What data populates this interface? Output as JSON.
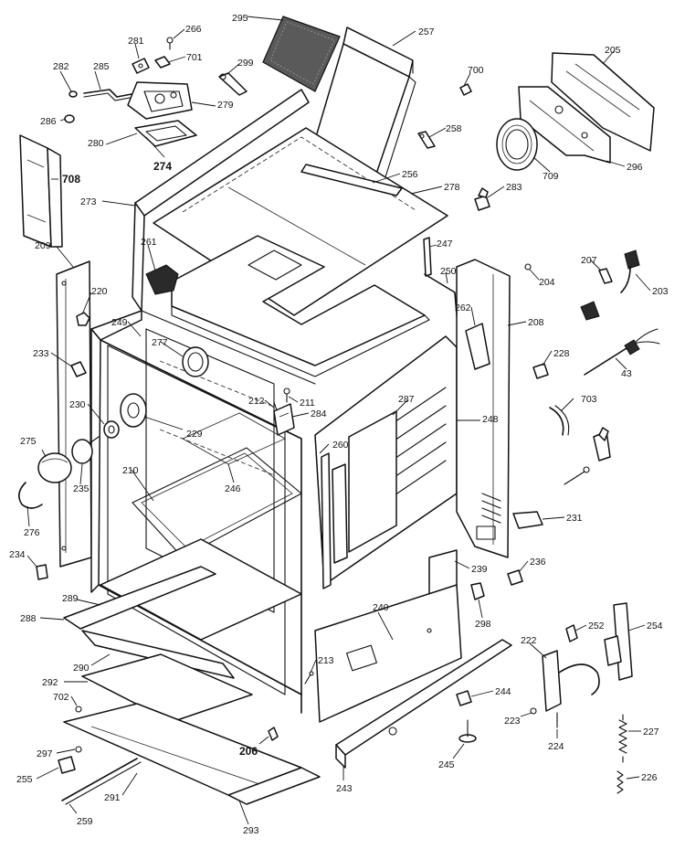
{
  "labels": {
    "l295": "295",
    "l257": "257",
    "l266": "266",
    "l281": "281",
    "l701": "701",
    "l299": "299",
    "l282": "282",
    "l285": "285",
    "l279": "279",
    "l286": "286",
    "l280": "280",
    "l274": "274",
    "l708": "708",
    "l273": "273",
    "l700": "700",
    "l205": "205",
    "l258": "258",
    "l709": "709",
    "l296": "296",
    "l256": "256",
    "l278": "278",
    "l283": "283",
    "l261": "261",
    "l209": "209",
    "l247": "247",
    "l204": "204",
    "l250": "250",
    "l207": "207",
    "l203": "203",
    "l220": "220",
    "l249": "249",
    "l262": "262",
    "l208": "208",
    "l277": "277",
    "l228": "228",
    "l233": "233",
    "l43": "43",
    "l212": "212",
    "l211": "211",
    "l284": "284",
    "l287": "287",
    "l703": "703",
    "l230": "230",
    "l229": "229",
    "l248": "248",
    "l260": "260",
    "l275": "275",
    "l246": "246",
    "l210": "210",
    "l235": "235",
    "l231": "231",
    "l276": "276",
    "l234": "234",
    "l236": "236",
    "l239": "239",
    "l298": "298",
    "l289": "289",
    "l240": "240",
    "l252": "252",
    "l254": "254",
    "l288": "288",
    "l222": "222",
    "l213": "213",
    "l290": "290",
    "l292": "292",
    "l244": "244",
    "l702": "702",
    "l223": "223",
    "l227": "227",
    "l224": "224",
    "l206": "206",
    "l297": "297",
    "l245": "245",
    "l255": "255",
    "l291": "291",
    "l243": "243",
    "l226": "226",
    "l259": "259",
    "l293": "293"
  }
}
